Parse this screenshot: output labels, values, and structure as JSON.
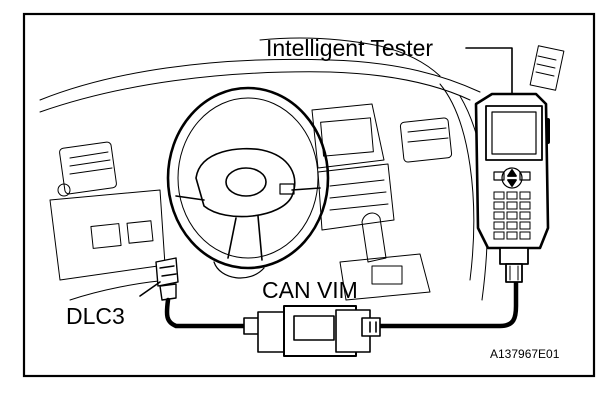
{
  "labels": {
    "tester": "Intelligent Tester",
    "vim": "CAN VIM",
    "dlc": "DLC3",
    "figure_code": "A137967E01"
  },
  "colors": {
    "line": "#000000",
    "background": "#ffffff"
  }
}
